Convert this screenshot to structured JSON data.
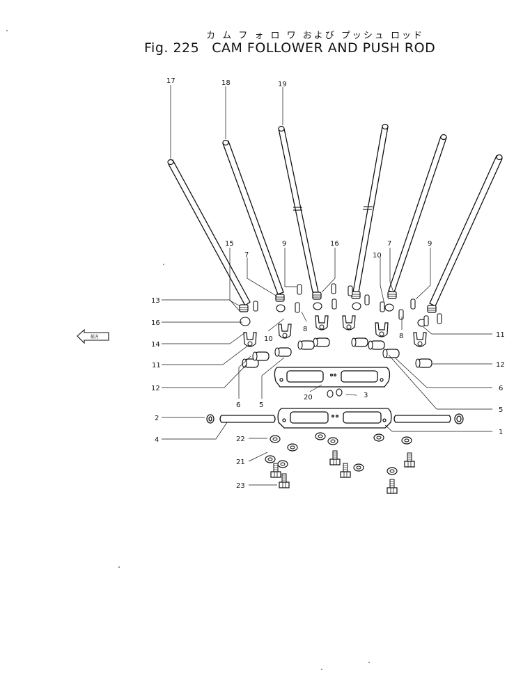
{
  "title": {
    "japanese": "カ ム フ ォ ロ ワ および プッシュ ロッド",
    "figure_number": "Fig. 225",
    "english": "CAM FOLLOWER AND PUSH ROD"
  },
  "front_arrow": {
    "text": "前方",
    "icon": "arrow-left-icon"
  },
  "labels": {
    "l17": "17",
    "l18": "18",
    "l19": "19",
    "l15": "15",
    "l9a": "9",
    "l16a": "16",
    "l7a": "7",
    "l10r": "10",
    "l7b": "7",
    "l9b": "9",
    "l13": "13",
    "l16b": "16",
    "l14": "14",
    "l11a": "11",
    "l12a": "12",
    "l10a": "10",
    "l8a": "8",
    "l8b": "8",
    "l11b": "11",
    "l12b": "12",
    "l6a": "6",
    "l5a": "5",
    "l6b": "6",
    "l5b": "5",
    "l20": "20",
    "l3": "3",
    "l2": "2",
    "l4": "4",
    "l1": "1",
    "l22": "22",
    "l21": "21",
    "l23": "23"
  }
}
